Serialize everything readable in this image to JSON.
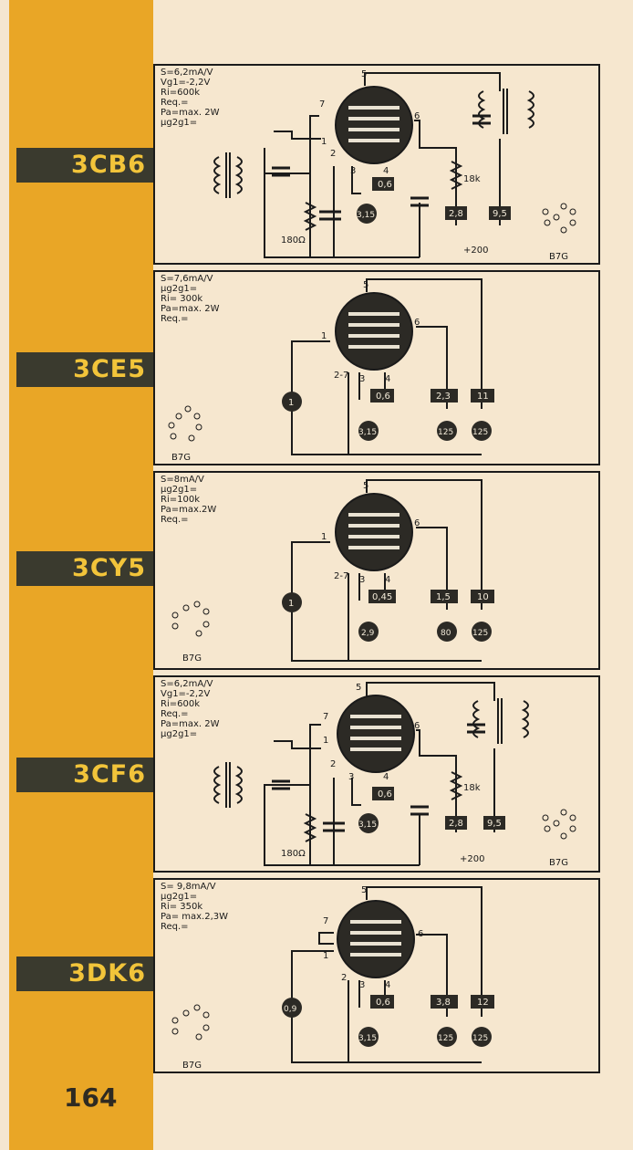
{
  "page_number": "164",
  "tubes": [
    {
      "name": "3CB6",
      "specs": [
        "S=6,2mA/V",
        "Vg1=-2,2V",
        "Ri=600k",
        "Req.=",
        "Pa=max. 2W",
        "μg2g1="
      ],
      "pins": [
        "5",
        "7",
        "1",
        "2",
        "3",
        "4",
        "6"
      ],
      "filament_v": "3,15",
      "cathode_v": "0,6",
      "anode_v": "2,8",
      "screen_v": "9,5",
      "r_anode": "18k",
      "r_cathode": "180Ω",
      "supply": "+200",
      "base": "B7G",
      "base_pins": [
        "1",
        "2",
        "3",
        "4",
        "5",
        "6",
        "7"
      ]
    },
    {
      "name": "3CE5",
      "specs": [
        "S=7,6mA/V",
        "μg2g1=",
        "Ri= 300k",
        "Pa=max. 2W",
        "Req.="
      ],
      "pins": [
        "5",
        "1",
        "2-7",
        "3",
        "4",
        "6"
      ],
      "grid_v": "1",
      "filament_v": "3,15",
      "cathode_v": "0,6",
      "anode_v": "2,3",
      "screen_v": "11",
      "meter_a": "125",
      "meter_b": "125",
      "base": "B7G",
      "base_pins": [
        "1",
        "2",
        "3",
        "4",
        "5",
        "6",
        "7"
      ]
    },
    {
      "name": "3CY5",
      "specs": [
        "S=8mA/V",
        "μg2g1=",
        "Ri=100k",
        "Pa=max.2W",
        "Req.="
      ],
      "pins": [
        "5",
        "1",
        "2-7",
        "3",
        "4",
        "6"
      ],
      "grid_v": "1",
      "filament_v": "2,9",
      "cathode_v": "0,45",
      "anode_v": "1,5",
      "screen_v": "10",
      "meter_a": "80",
      "meter_b": "125",
      "base": "B7G",
      "base_pins": [
        "1",
        "2",
        "3",
        "4",
        "5",
        "6",
        "7"
      ]
    },
    {
      "name": "3CF6",
      "specs": [
        "S=6,2mA/V",
        "Vg1=-2,2V",
        "Ri=600k",
        "Req.=",
        "Pa=max. 2W",
        "μg2g1="
      ],
      "pins": [
        "5",
        "7",
        "1",
        "2",
        "3",
        "4",
        "6"
      ],
      "filament_v": "3,15",
      "cathode_v": "0,6",
      "anode_v": "2,8",
      "screen_v": "9,5",
      "r_anode": "18k",
      "r_cathode": "180Ω",
      "supply": "+200",
      "base": "B7G",
      "base_pins": [
        "1",
        "2",
        "3",
        "4",
        "5",
        "6",
        "7"
      ]
    },
    {
      "name": "3DK6",
      "specs": [
        "S= 9,8mA/V",
        "μg2g1=",
        "Ri= 350k",
        "Pa= max.2,3W",
        "Req.="
      ],
      "pins": [
        "5",
        "7",
        "1",
        "2",
        "3",
        "4",
        "6"
      ],
      "grid_v": "0,9",
      "filament_v": "3,15",
      "cathode_v": "0,6",
      "anode_v": "3,8",
      "screen_v": "12",
      "meter_a": "125",
      "meter_b": "125",
      "base": "B7G",
      "base_pins": [
        "1",
        "2",
        "3",
        "4",
        "5",
        "6",
        "7"
      ]
    }
  ]
}
